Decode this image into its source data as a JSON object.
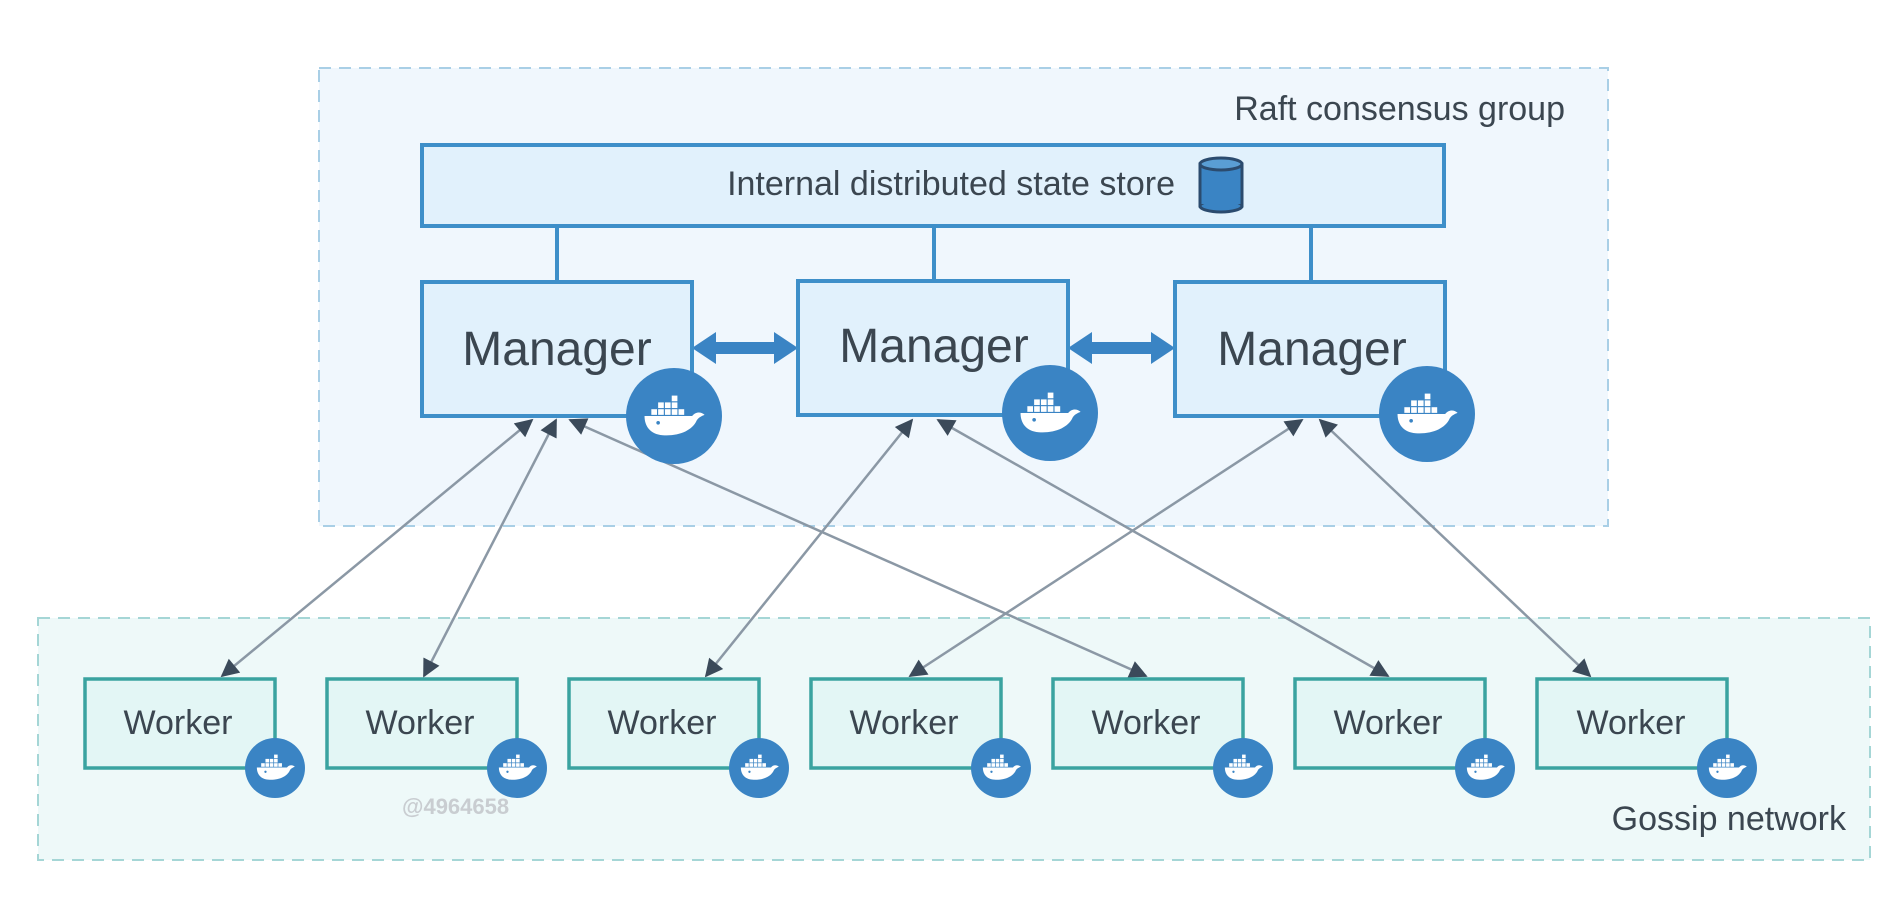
{
  "raft_group": {
    "label": "Raft consensus group"
  },
  "state_store": {
    "label": "Internal distributed state store",
    "icon": "database-icon"
  },
  "managers": [
    {
      "label": "Manager",
      "icon": "docker-whale-icon"
    },
    {
      "label": "Manager",
      "icon": "docker-whale-icon"
    },
    {
      "label": "Manager",
      "icon": "docker-whale-icon"
    }
  ],
  "workers": [
    {
      "label": "Worker",
      "icon": "docker-whale-icon"
    },
    {
      "label": "Worker",
      "icon": "docker-whale-icon"
    },
    {
      "label": "Worker",
      "icon": "docker-whale-icon"
    },
    {
      "label": "Worker",
      "icon": "docker-whale-icon"
    },
    {
      "label": "Worker",
      "icon": "docker-whale-icon"
    },
    {
      "label": "Worker",
      "icon": "docker-whale-icon"
    },
    {
      "label": "Worker",
      "icon": "docker-whale-icon"
    }
  ],
  "gossip_network": {
    "label": "Gossip network"
  },
  "watermark": "@4964658",
  "connections": [
    {
      "from": "manager-1",
      "to": "worker-1"
    },
    {
      "from": "manager-1",
      "to": "worker-2"
    },
    {
      "from": "manager-1",
      "to": "worker-5"
    },
    {
      "from": "manager-2",
      "to": "worker-3"
    },
    {
      "from": "manager-2",
      "to": "worker-6"
    },
    {
      "from": "manager-3",
      "to": "worker-4"
    },
    {
      "from": "manager-3",
      "to": "worker-7"
    }
  ],
  "colors": {
    "raft_bg": "#f0f7fd",
    "raft_border": "#a9cfe6",
    "gossip_bg": "#eef9f9",
    "gossip_border": "#a5d6d6",
    "manager_fill": "#e1f1fc",
    "manager_border": "#3e8fc9",
    "worker_fill": "#e3f6f5",
    "worker_border": "#3aa3a0",
    "docker_blue": "#3a84c4",
    "arrow": "#8b98a5",
    "arrowhead": "#3b4a5a"
  }
}
